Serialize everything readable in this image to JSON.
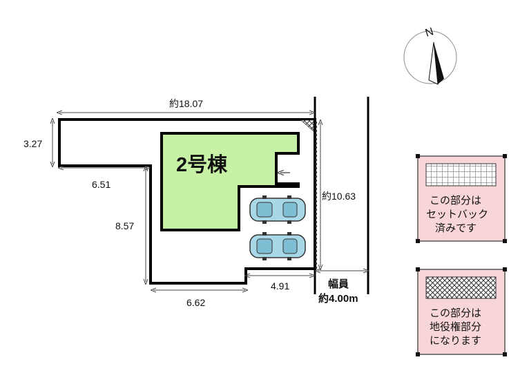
{
  "site_plan": {
    "building_label": "2号棟",
    "dimensions": {
      "top_width": "約18.07",
      "left_top_height": "3.27",
      "step_width": "6.51",
      "left_lower_height": "8.57",
      "bottom_width": "6.62",
      "bottom_right_width": "4.91",
      "right_depth": "約10.63"
    },
    "road": {
      "label": "幅員",
      "width": "約4.00m"
    },
    "north_label": "N"
  },
  "legend": {
    "setback_done": {
      "line1": "この部分は",
      "line2": "セットバック",
      "line3": "済みです"
    },
    "road_part": {
      "line1": "この部分は",
      "line2": "地役権部分",
      "line3": "になります"
    }
  },
  "colors": {
    "building_fill": "#c7f2a6",
    "legend_fill": "#f8d6d8",
    "car_fill": "#a8d8e6",
    "outline": "#000000"
  }
}
